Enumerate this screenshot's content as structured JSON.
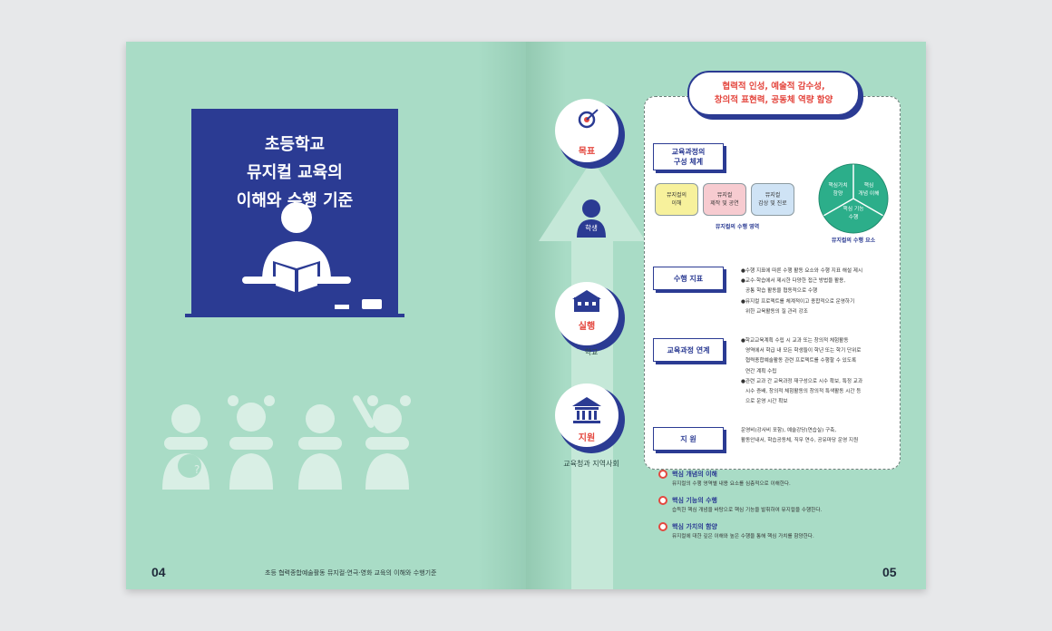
{
  "left_page": {
    "title": "초등학교\n뮤지컬 교육의\n이해와 수행 기준",
    "page_number": "04",
    "footer": "초등 협력종합예술활동 뮤지컬·연극·영화 교육의 이해와 수행기준"
  },
  "right_page": {
    "page_number": "05",
    "banner": "협력적 인성, 예술적 감수성,\n창의적 표현력, 공동체 역량 함양",
    "nodes": [
      {
        "label": "목표",
        "icon": "target-icon"
      },
      {
        "label": "학생",
        "icon": "student-icon"
      },
      {
        "label": "실행",
        "caption": "학교",
        "icon": "school-icon"
      },
      {
        "label": "지원",
        "caption": "교육청과 지역사회",
        "icon": "government-building-icon"
      }
    ],
    "sections": [
      {
        "label": "교육과정의\n구성 체계"
      },
      {
        "label": "수행 지표"
      },
      {
        "label": "교육과정 연계"
      },
      {
        "label": "지  원"
      }
    ],
    "domains": [
      "뮤지컬의\n이해",
      "뮤지컬\n제작 및 공연",
      "뮤지컬\n감상 및 진로"
    ],
    "domains_caption": "뮤지컬의 수행 영역",
    "elements": [
      "핵심가치\n함양",
      "핵심\n개념 이해",
      "핵심 기능\n수행"
    ],
    "elements_caption": "뮤지컬의 수행 요소",
    "indicator_bullets": [
      "●수행 지표에 따른 수행 활동 요소와 수행 지표 해설 제시",
      "●교수·학습에서 제시한 다양한 접근 방법을 활용,\n공통 학습 활동을 협동적으로 수행",
      "●뮤지컬 프로젝트를 체계적이고 종합적으로 운영하기\n위한 교육활동의 질 관리 강조"
    ],
    "link_bullets": [
      "●학교교육계획 수립 시 교과 또는 창의적 체험활동\n영역에서 학급 내 모든 학생들이 학년 또는 학기 단위로\n협력종합예술활동 관련 프로젝트를 수행할 수 있도록\n연간 계획 수립",
      "●관련 교과 간 교육과정 재구성으로 시수 확보, 특정 교과\n시수 증배, 창의적 체험활동의 창의적 특색활동 시간 등\n으로 운영 시간 확보"
    ],
    "support_text": "운영비(강사비 포함), 예술강당(연습실) 구축,\n활동안내서, 학습공동체, 직무 연수, 공유마당 운영 지원",
    "core": [
      {
        "title": "핵심 개념의 이해",
        "desc": "뮤지컬의 수행 영역별 내용 요소를 심층적으로 이해한다."
      },
      {
        "title": "핵심 기능의 수행",
        "desc": "습득한 핵심 개념을 바탕으로 핵심 기능을 발휘하여 뮤지컬을 수행한다."
      },
      {
        "title": "핵심 가치의 함양",
        "desc": "뮤지컬에 대한 깊은 이해와 높은 수행을 통해 핵심 가치를 함양한다."
      }
    ]
  },
  "colors": {
    "navy": "#2b3b93",
    "mint": "#a9dcc6",
    "red": "#e4473f",
    "green": "#2cae8a",
    "student_silhouette": "#d9efe5"
  }
}
